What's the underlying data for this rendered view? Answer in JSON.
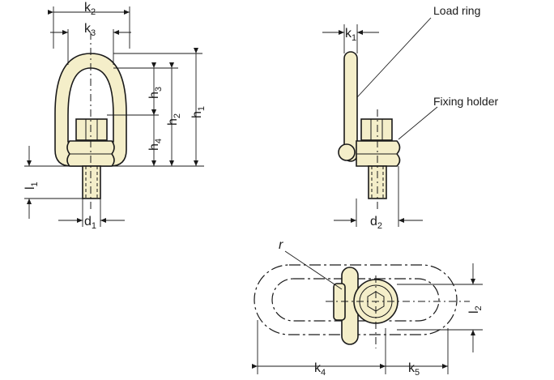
{
  "labels": {
    "k1": {
      "main": "k",
      "sub": "1"
    },
    "k2": {
      "main": "k",
      "sub": "2"
    },
    "k3": {
      "main": "k",
      "sub": "3"
    },
    "k4": {
      "main": "k",
      "sub": "4"
    },
    "k5": {
      "main": "k",
      "sub": "5"
    },
    "h1": {
      "main": "h",
      "sub": "1"
    },
    "h2": {
      "main": "h",
      "sub": "2"
    },
    "h3": {
      "main": "h",
      "sub": "3"
    },
    "h4": {
      "main": "h",
      "sub": "4"
    },
    "l1": {
      "main": "l",
      "sub": "1"
    },
    "l2": {
      "main": "l",
      "sub": "2"
    },
    "d1": {
      "main": "d",
      "sub": "1"
    },
    "d2": {
      "main": "d",
      "sub": "2"
    },
    "r": "r"
  },
  "callouts": {
    "load_ring": "Load ring",
    "fixing_holder": "Fixing holder"
  }
}
